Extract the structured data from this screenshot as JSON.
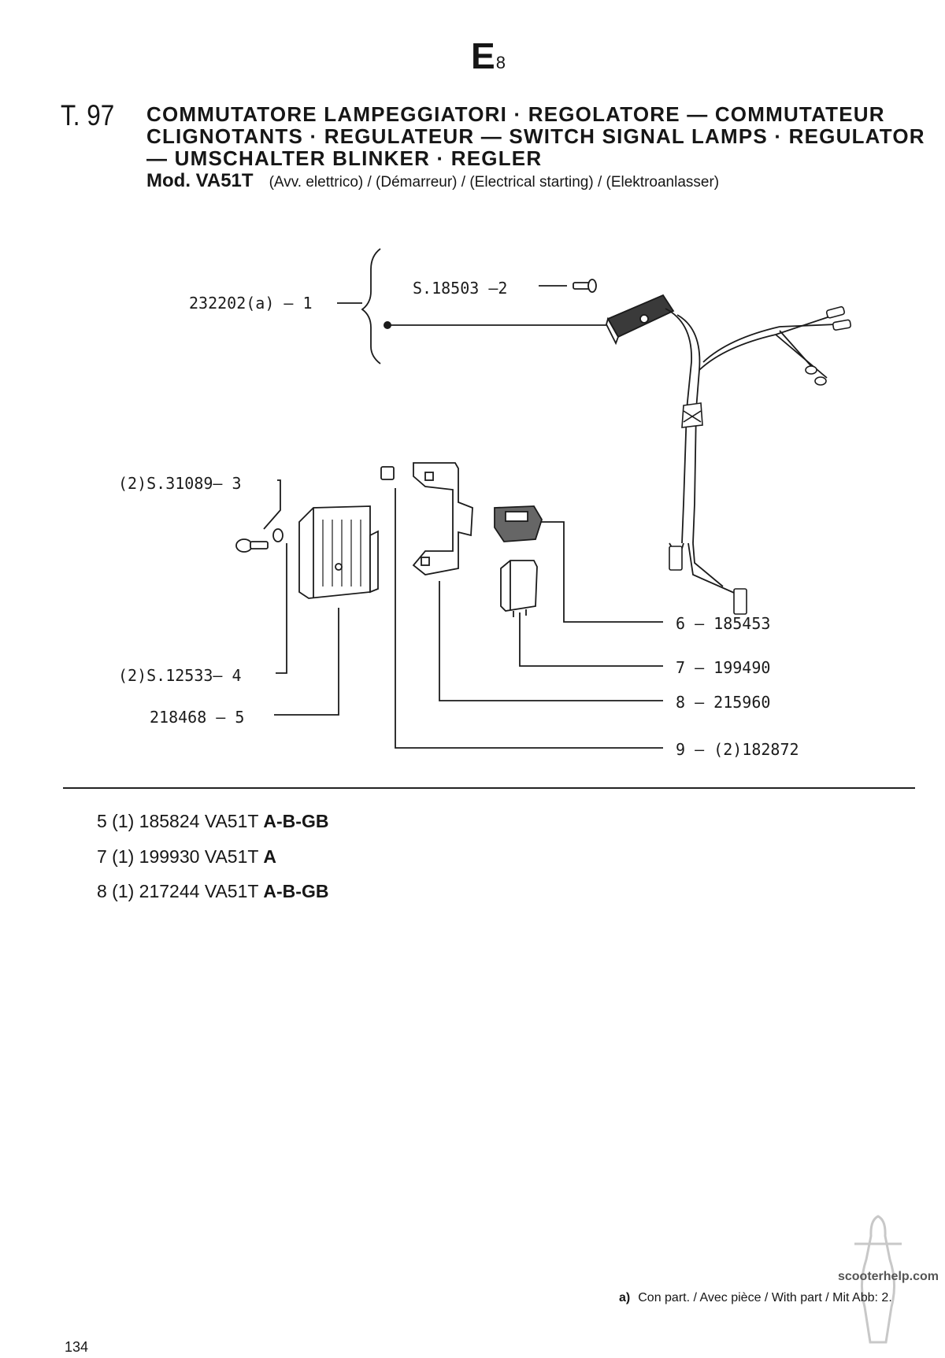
{
  "header": {
    "section_letter": "E",
    "section_subscript": "8",
    "table_number": "T. 97",
    "title_lines": [
      "COMMUTATORE LAMPEGGIATORI · REGOLATORE — COMMUTATEUR",
      "CLIGNOTANTS · REGULATEUR — SWITCH SIGNAL LAMPS · REGULATOR",
      "— UMSCHALTER BLINKER · REGLER"
    ],
    "model_label": "Mod. VA51T",
    "model_description": "(Avv. elettrico) / (Démarreur) / (Electrical starting) / (Elektroanlasser)"
  },
  "diagram": {
    "callouts": [
      {
        "text": "232202(a) — 1"
      },
      {
        "text": "S.18503 —2"
      },
      {
        "text": "(2)S.31089— 3"
      },
      {
        "text": "(2)S.12533— 4"
      },
      {
        "text": "218468  — 5"
      },
      {
        "text": "6 — 185453"
      },
      {
        "text": "7 — 199490"
      },
      {
        "text": "8 — 215960"
      },
      {
        "text": "9 — (2)182872"
      }
    ]
  },
  "variants": [
    {
      "ref": "5 (1) 185824 VA51T",
      "markets": "A-B-GB"
    },
    {
      "ref": "7 (1) 199930 VA51T",
      "markets": "A"
    },
    {
      "ref": "8 (1) 217244 VA51T",
      "markets": "A-B-GB"
    }
  ],
  "footer": {
    "watermark_site": "scooterhelp.com",
    "footnote_marker": "a)",
    "footnote_text": "Con part. / Avec pièce / With part / Mit Abb: 2.",
    "page_number": "134"
  }
}
